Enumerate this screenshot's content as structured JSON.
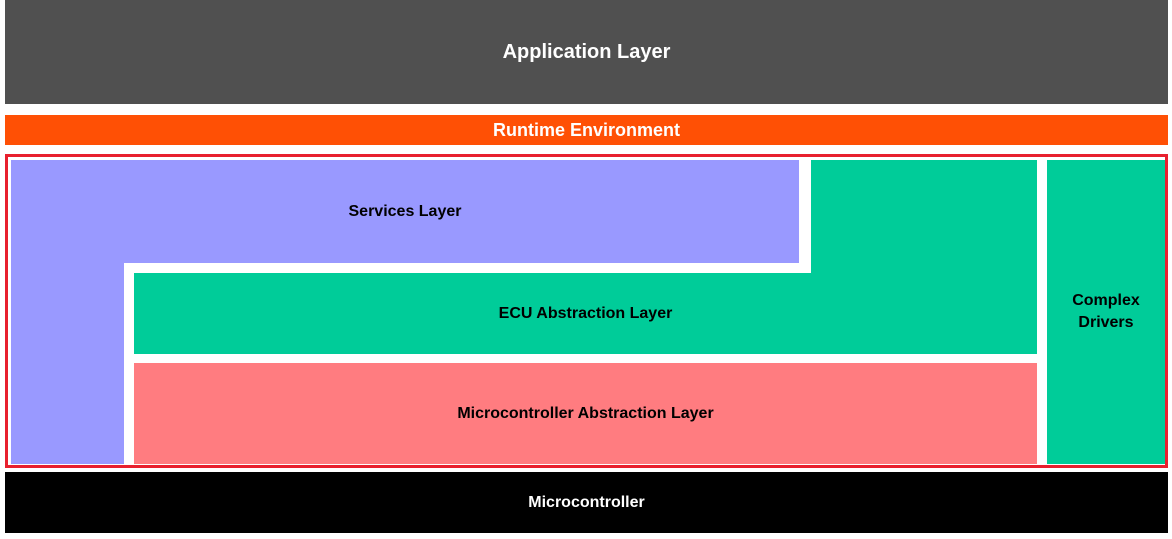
{
  "layers": {
    "application": {
      "label": "Application Layer",
      "color": "#505050"
    },
    "runtime": {
      "label": "Runtime Environment",
      "color": "#ff5005"
    },
    "services": {
      "label": "Services Layer",
      "color": "#9999ff"
    },
    "ecu_abstraction": {
      "label": "ECU Abstraction Layer",
      "color": "#00cc99"
    },
    "mcal": {
      "label": "Microcontroller Abstraction Layer",
      "color": "#ff7c80"
    },
    "complex_drivers": {
      "label_line1": "Complex",
      "label_line2": "Drivers",
      "color": "#00cc99"
    },
    "microcontroller": {
      "label": "Microcontroller",
      "color": "#000000"
    }
  },
  "frame_color": "#e8202e"
}
